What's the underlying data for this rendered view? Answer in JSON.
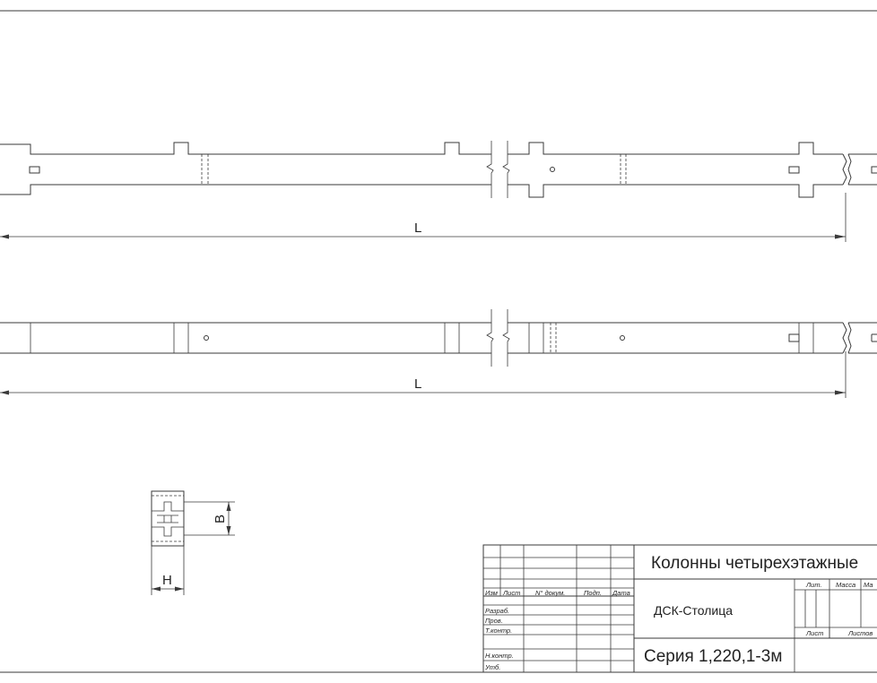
{
  "dimensions": {
    "elevation_length": "L",
    "plan_length": "L",
    "section_width": "B",
    "section_depth": "H"
  },
  "title_block": {
    "title": "Колонны четырехэтажные",
    "organization": "ДСК-Столица",
    "series": "Серия 1,220,1-3м",
    "headers": {
      "izm": "Изм",
      "list": "Лист",
      "doc_no": "N° докум.",
      "sign": "Подп.",
      "date": "Дата"
    },
    "roles": {
      "developed": "Разраб.",
      "checked": "Пров.",
      "tech_control": "Т.контр.",
      "norm_control": "Н.контр.",
      "approved": "Утб."
    },
    "stage": {
      "lit": "Лит.",
      "mass": "Масса",
      "scale": "Ма",
      "sheet": "Лист",
      "sheets": "Листов"
    }
  }
}
